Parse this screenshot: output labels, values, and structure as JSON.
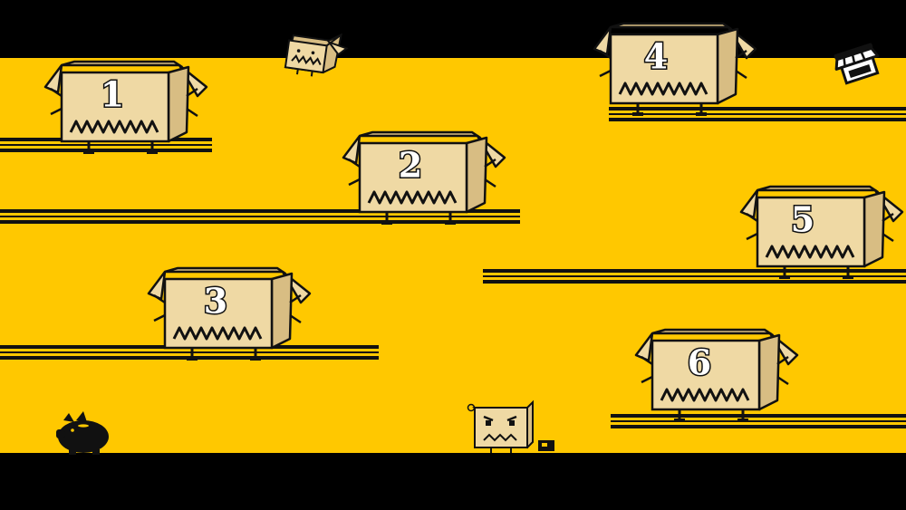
{
  "levels": [
    {
      "label": "1"
    },
    {
      "label": "2"
    },
    {
      "label": "3"
    },
    {
      "label": "4"
    },
    {
      "label": "5"
    },
    {
      "label": "6"
    }
  ],
  "colors": {
    "background": "#ffc800",
    "bands": "#000000",
    "box_fill": "#efd9a4",
    "box_side": "#d8bd83",
    "outline": "#111111"
  },
  "icons": {
    "shop": "shop-stall-icon",
    "piggy_bank": "piggy-bank-icon",
    "player": "box-hero-character",
    "flying_box": "flying-box-creature"
  }
}
